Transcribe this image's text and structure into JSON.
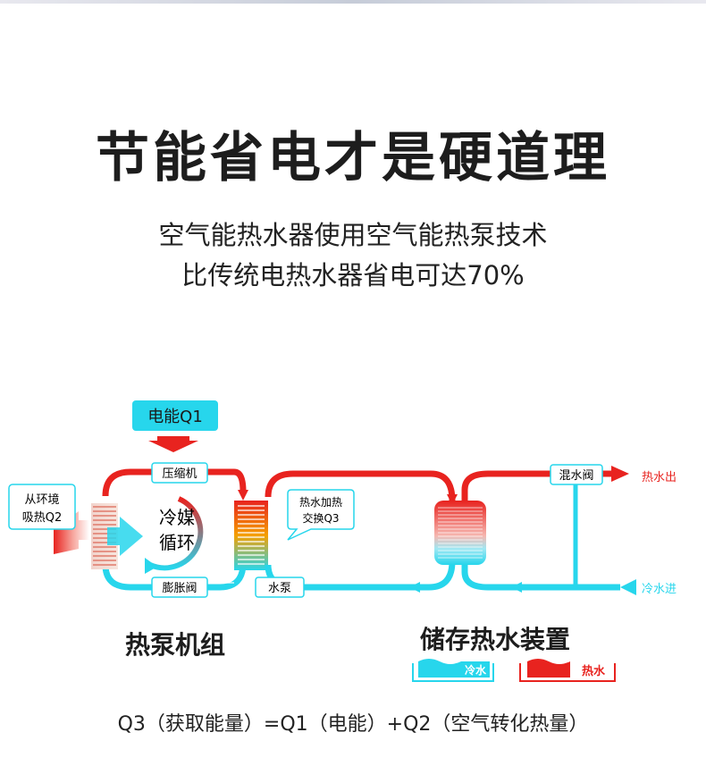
{
  "header": {
    "title": "节能省电才是硬道理",
    "subtitle_line1": "空气能热水器使用空气能热泵技术",
    "subtitle_line2": "比传统电热水器省电可达70%"
  },
  "diagram": {
    "electric_input": "电能Q1",
    "env_heat_line1": "从环境",
    "env_heat_line2": "吸热Q2",
    "compressor": "压缩机",
    "expansion_valve": "膨胀阀",
    "refrigerant_line1": "冷媒",
    "refrigerant_line2": "循环",
    "hot_water_heat_line1": "热水加热",
    "hot_water_heat_line2": "交换Q3",
    "water_pump": "水泵",
    "mixing_valve": "混水阀",
    "hot_water_out": "热水出",
    "cold_water_in": "冷水进",
    "heat_pump_unit": "热泵机组",
    "storage_unit": "储存热水装置",
    "legend_cold": "冷水",
    "legend_hot": "热水"
  },
  "formula": "Q3（获取能量）=Q1（电能）+Q2（空气转化热量）",
  "colors": {
    "hot": "#e8231f",
    "cold": "#27d6ec",
    "label_border": "#27d6ec",
    "electric_box": "#27d6ec"
  }
}
